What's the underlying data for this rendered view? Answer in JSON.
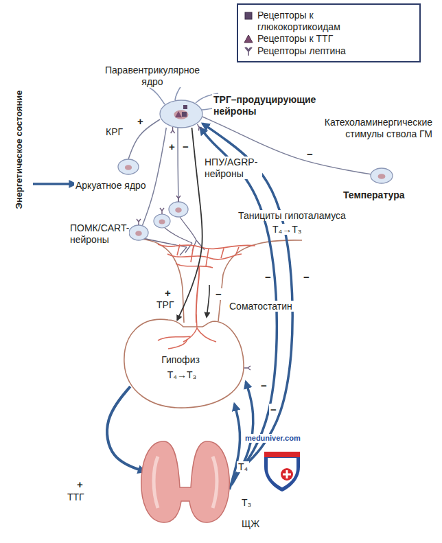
{
  "diagram": {
    "nodes": [
      {
        "text": [
          "Паравентрикулярное ядро",
          "ТРГ–продуцирующие нейроны"
        ]
      },
      {
        "text": [
          "КРГ"
        ]
      },
      {
        "text": [
          "НПУ/AGRP-нейроны"
        ]
      },
      {
        "text": [
          "ПОМК/CART-нейроны"
        ]
      },
      {
        "text": [
          "Катехоламинергические стимулы ствола ГМ"
        ]
      },
      {
        "text": [
          "Гипофиз",
          "Т₄→Т₃"
        ]
      },
      {
        "text": [
          "ЩЖ"
        ]
      }
    ],
    "edges": [
      {
        "from": 1,
        "to": 0,
        "arrow": "none"
      },
      {
        "from": 2,
        "to": 0,
        "arrow": "none"
      },
      {
        "from": 3,
        "to": 0,
        "arrow": "none"
      },
      {
        "from": 4,
        "to": 0,
        "arrow": "none"
      },
      {
        "from": 0,
        "to": 5,
        "label": "ТРГ",
        "arrow": "to"
      },
      {
        "from": 5,
        "to": 6,
        "label": "ТТГ",
        "arrow": "to"
      },
      {
        "from": 6,
        "to": 5,
        "arrow": "to"
      },
      {
        "from": 6,
        "to": 5,
        "arrow": "to"
      },
      {
        "from": 6,
        "to": 0,
        "arrow": "to"
      },
      {
        "from": 6,
        "to": 0,
        "arrow": "to"
      }
    ],
    "labels": [
      "Аркуатное ядро",
      "Энергетическое состояние",
      "Температура",
      "Танициты гипоталамуса",
      "Т₄→Т₃",
      "+",
      "+",
      "−",
      "−",
      "−",
      "−",
      "+",
      "−",
      "Соматостатин",
      "−",
      "−",
      "+",
      "Т₄",
      "Т₃",
      "meduniver.com"
    ],
    "legend": [
      {
        "text": "Рецепторы к глюкокортикоидам"
      },
      {
        "text": "Рецепторы к ТТГ"
      },
      {
        "text": "Рецепторы лептина"
      }
    ]
  }
}
